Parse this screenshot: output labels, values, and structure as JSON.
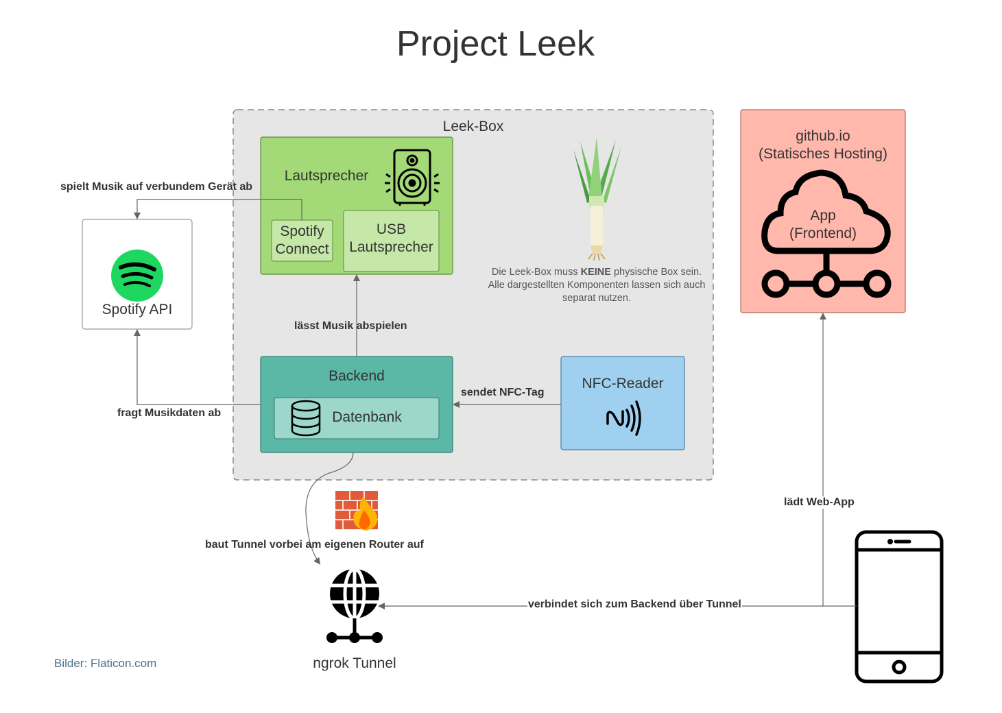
{
  "title": "Project Leek",
  "leek_box": {
    "label": "Leek-Box",
    "note_pre": "Die Leek-Box muss ",
    "note_bold": "KEINE",
    "note_post": " physische Box sein. Alle dargestellten Komponenten lassen sich auch separat nutzen."
  },
  "lautsprecher": {
    "label": "Lautsprecher",
    "spotify_connect": "Spotify Connect",
    "usb": "USB Lautsprecher"
  },
  "spotify_api": {
    "label": "Spotify API"
  },
  "backend": {
    "label": "Backend",
    "datenbank": "Datenbank"
  },
  "nfc_reader": {
    "label": "NFC-Reader"
  },
  "github": {
    "label_line1": "github.io",
    "label_line2": "(Statisches Hosting)",
    "app_line1": "App",
    "app_line2": "(Frontend)"
  },
  "ngrok": {
    "label": "ngrok Tunnel"
  },
  "edges": {
    "spielt": "spielt Musik auf verbundem Gerät ab",
    "laesst": "lässt Musik abspielen",
    "fragt": "fragt Musikdaten ab",
    "sendet": "sendet NFC-Tag",
    "baut": "baut Tunnel vorbei am eigenen Router auf",
    "laedt": "lädt Web-App",
    "verbindet": "verbindet sich zum Backend über Tunnel"
  },
  "credit": "Bilder: Flaticon.com",
  "colors": {
    "leek_box_bg": "#e6e6e6",
    "lautsprecher_bg": "#a3d977",
    "usb_bg": "#c5e8a8",
    "backend_bg": "#5cb8a6",
    "datenbank_bg": "#9dd6cb",
    "nfc_bg": "#9fd0f0",
    "github_bg": "#ffb8ab",
    "spotify_green": "#1ed760"
  }
}
